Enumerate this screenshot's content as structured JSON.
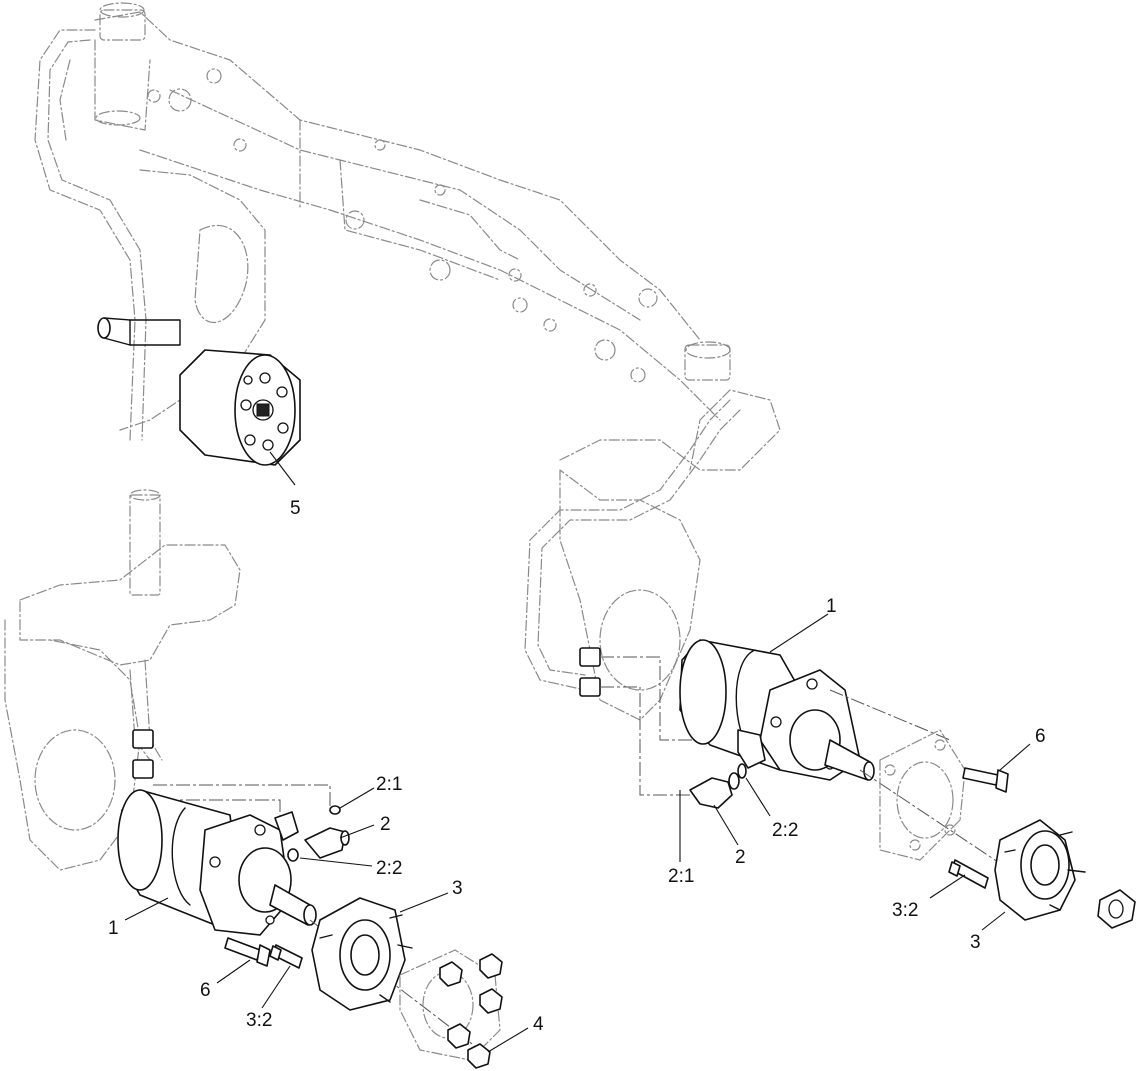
{
  "callouts": {
    "c1_right": "1",
    "c1_left": "1",
    "c2_right": "2",
    "c2_left": "2",
    "c2_1_right": "2:1",
    "c2_1_left": "2:1",
    "c2_2_right": "2:2",
    "c2_2_left": "2:2",
    "c3_right": "3",
    "c3_left": "3",
    "c3_2_right": "3:2",
    "c3_2_left": "3:2",
    "c4": "4",
    "c5": "5",
    "c6_right": "6",
    "c6_left": "6"
  },
  "colors": {
    "phantom": "#8a8a8a",
    "part": "#111111",
    "background": "#ffffff"
  }
}
